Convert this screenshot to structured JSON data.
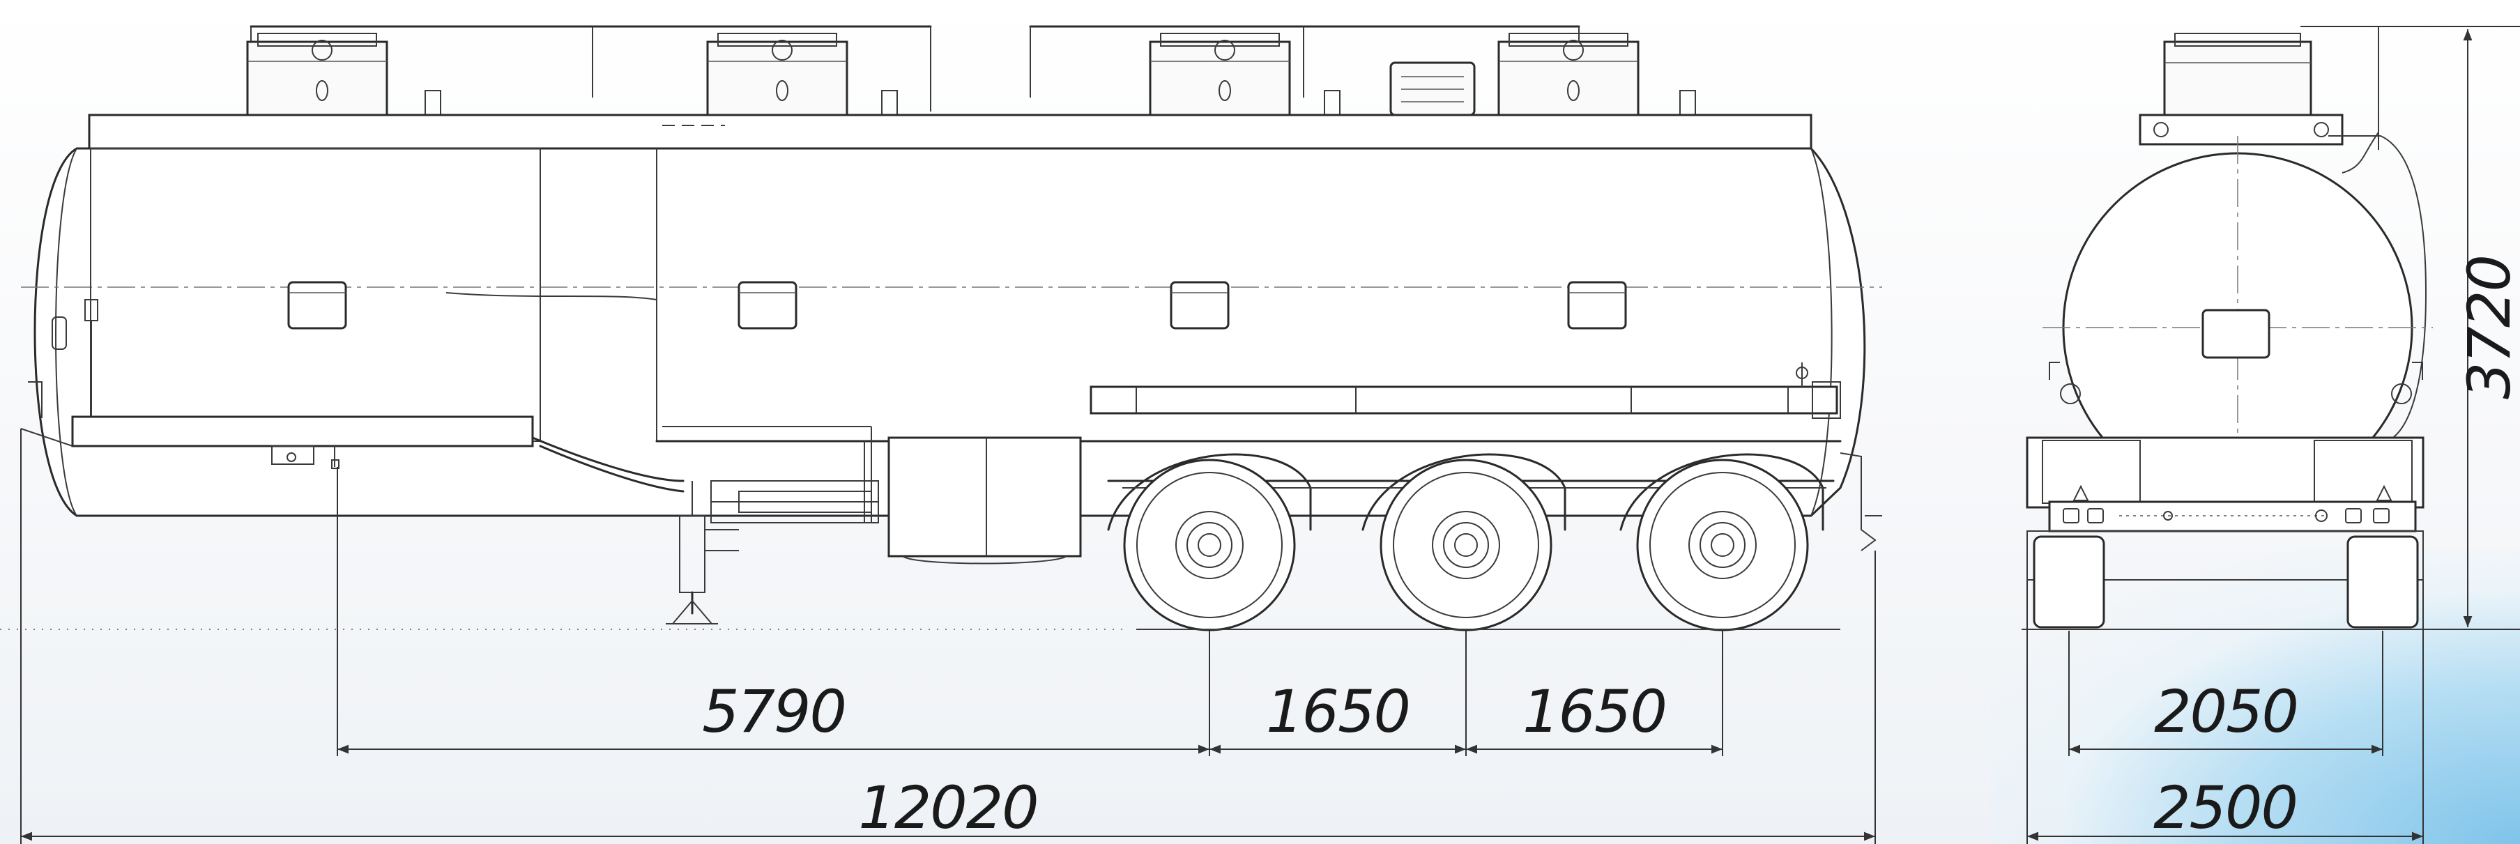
{
  "dimensions": {
    "kingpin_to_first_axle": "5790",
    "axle_spacing_1": "1650",
    "axle_spacing_2": "1650",
    "overall_length": "12020",
    "overall_height": "3720",
    "track_width": "2050",
    "overall_width": "2500"
  },
  "colors": {
    "line": "#2a2a2a",
    "background": "#ffffff",
    "accent_glow": "#7fc4ea"
  }
}
